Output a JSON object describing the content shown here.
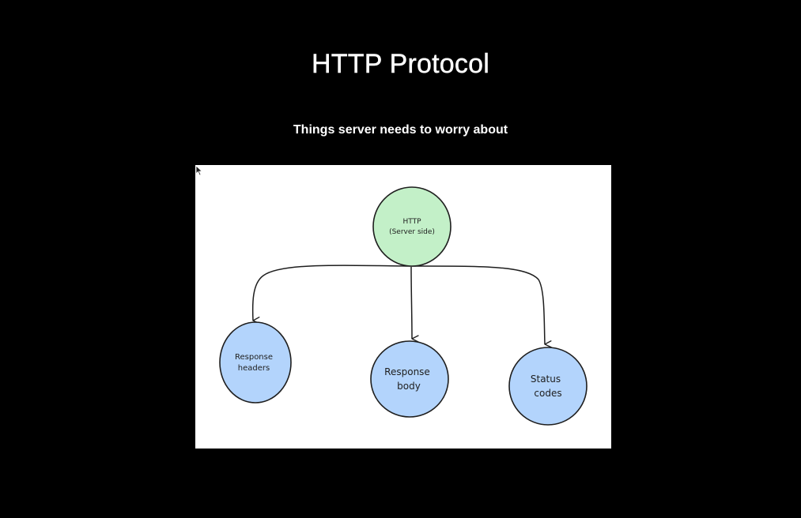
{
  "slide": {
    "title": "HTTP Protocol",
    "subtitle": "Things server needs to worry about"
  },
  "diagram": {
    "root": {
      "line1": "HTTP",
      "line2": "(Server side)",
      "fill": "#c3f0c8"
    },
    "children": [
      {
        "line1": "Response",
        "line2": "headers"
      },
      {
        "line1": "Response",
        "line2": "body"
      },
      {
        "line1": "Status",
        "line2": "codes"
      }
    ],
    "child_fill": "#b3d4fc",
    "stroke": "#1e1e1e"
  }
}
